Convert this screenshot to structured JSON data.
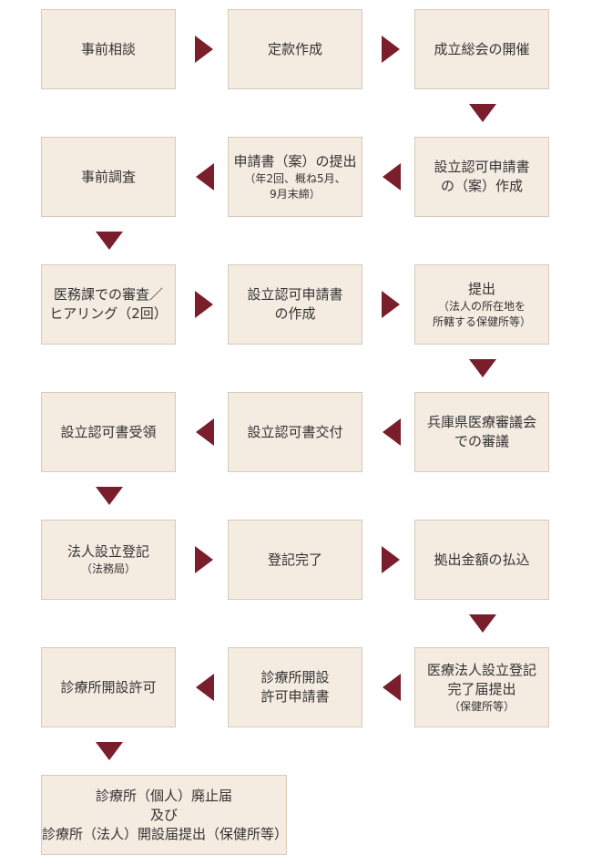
{
  "steps": [
    {
      "id": "s1",
      "lines": [
        {
          "text": "事前相談",
          "size": "main"
        }
      ]
    },
    {
      "id": "s2",
      "lines": [
        {
          "text": "定款作成",
          "size": "main"
        }
      ]
    },
    {
      "id": "s3",
      "lines": [
        {
          "text": "成立総会の開催",
          "size": "main"
        }
      ]
    },
    {
      "id": "s4",
      "lines": [
        {
          "text": "設立認可申請書",
          "size": "main"
        },
        {
          "text": "の（案）作成",
          "size": "main"
        }
      ]
    },
    {
      "id": "s5",
      "lines": [
        {
          "text": "申請書（案）の提出",
          "size": "main"
        },
        {
          "text": "（年2回、概ね5月、",
          "size": "sub"
        },
        {
          "text": "9月末締）",
          "size": "sub"
        }
      ]
    },
    {
      "id": "s6",
      "lines": [
        {
          "text": "事前調査",
          "size": "main"
        }
      ]
    },
    {
      "id": "s7",
      "lines": [
        {
          "text": "医務課での審査／",
          "size": "main"
        },
        {
          "text": "ヒアリング（2回）",
          "size": "main"
        }
      ]
    },
    {
      "id": "s8",
      "lines": [
        {
          "text": "設立認可申請書",
          "size": "main"
        },
        {
          "text": "の作成",
          "size": "main"
        }
      ]
    },
    {
      "id": "s9",
      "lines": [
        {
          "text": "提出",
          "size": "main"
        },
        {
          "text": "（法人の所在地を",
          "size": "sub"
        },
        {
          "text": "所轄する保健所等）",
          "size": "sub"
        }
      ]
    },
    {
      "id": "s10",
      "lines": [
        {
          "text": "兵庫県医療審議会",
          "size": "main"
        },
        {
          "text": "での審議",
          "size": "main"
        }
      ]
    },
    {
      "id": "s11",
      "lines": [
        {
          "text": "設立認可書交付",
          "size": "main"
        }
      ]
    },
    {
      "id": "s12",
      "lines": [
        {
          "text": "設立認可書受領",
          "size": "main"
        }
      ]
    },
    {
      "id": "s13",
      "lines": [
        {
          "text": "法人設立登記",
          "size": "main"
        },
        {
          "text": "（法務局）",
          "size": "sub"
        }
      ]
    },
    {
      "id": "s14",
      "lines": [
        {
          "text": "登記完了",
          "size": "main"
        }
      ]
    },
    {
      "id": "s15",
      "lines": [
        {
          "text": "拠出金額の払込",
          "size": "main"
        }
      ]
    },
    {
      "id": "s16",
      "lines": [
        {
          "text": "医療法人設立登記",
          "size": "main"
        },
        {
          "text": "完了届提出",
          "size": "main"
        },
        {
          "text": "（保健所等）",
          "size": "sub"
        }
      ]
    },
    {
      "id": "s17",
      "lines": [
        {
          "text": "診療所開設",
          "size": "main"
        },
        {
          "text": "許可申請書",
          "size": "main"
        }
      ]
    },
    {
      "id": "s18",
      "lines": [
        {
          "text": "診療所開設許可",
          "size": "main"
        }
      ]
    },
    {
      "id": "s19",
      "lines": [
        {
          "text": "診療所（個人）廃止届",
          "size": "main"
        },
        {
          "text": "及び",
          "size": "main"
        },
        {
          "text": "診療所（法人）開設届提出（保健所等）",
          "size": "main"
        }
      ]
    }
  ],
  "colors": {
    "box_fill": "#f4ebe1",
    "box_border": "#d9cab8",
    "arrow": "#7a1e2c",
    "text": "#333333"
  }
}
